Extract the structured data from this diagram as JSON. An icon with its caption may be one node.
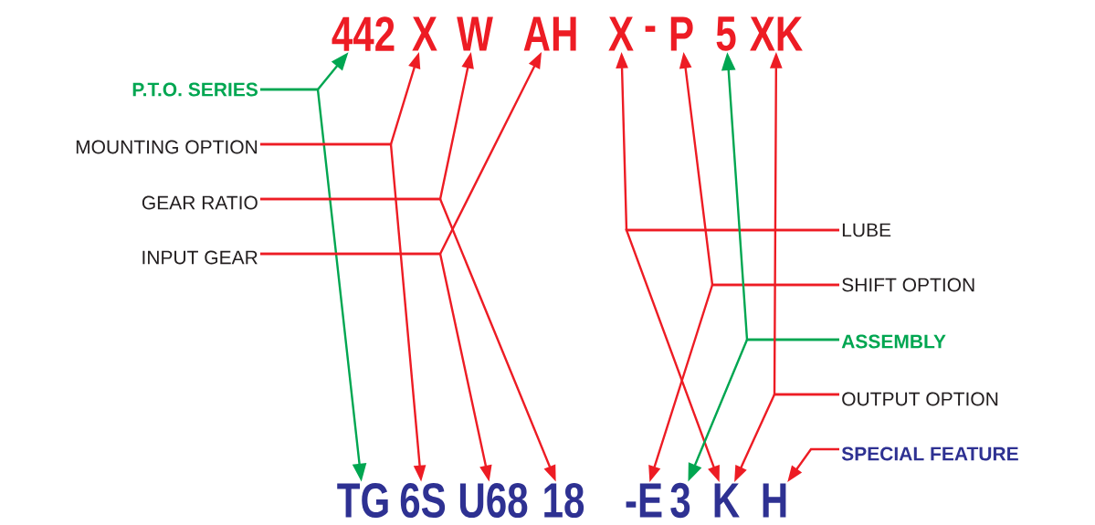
{
  "diagram": {
    "nodes": [
      {
        "text": [
          "442"
        ]
      },
      {
        "text": [
          "X"
        ]
      },
      {
        "text": [
          "W"
        ]
      },
      {
        "text": [
          "AH"
        ]
      },
      {
        "text": [
          "X"
        ]
      },
      {
        "text": [
          "P"
        ]
      },
      {
        "text": [
          "5"
        ]
      },
      {
        "text": [
          "XK"
        ]
      },
      {
        "text": [
          "P.T.O. SERIES"
        ]
      },
      {
        "text": [
          "MOUNTING OPTION"
        ]
      },
      {
        "text": [
          "GEAR RATIO"
        ]
      },
      {
        "text": [
          "INPUT GEAR"
        ]
      },
      {
        "text": [
          "LUBE"
        ]
      },
      {
        "text": [
          "SHIFT OPTION"
        ]
      },
      {
        "text": [
          "ASSEMBLY"
        ]
      },
      {
        "text": [
          "OUTPUT OPTION"
        ]
      },
      {
        "text": [
          "SPECIAL FEATURE"
        ]
      },
      {
        "text": [
          "TG"
        ]
      },
      {
        "text": [
          "6S"
        ]
      },
      {
        "text": [
          "U68"
        ]
      },
      {
        "text": [
          "18"
        ]
      },
      {
        "text": [
          "-E"
        ]
      },
      {
        "text": [
          "3"
        ]
      },
      {
        "text": [
          "K"
        ]
      },
      {
        "text": [
          "H"
        ]
      }
    ],
    "edges": [
      {
        "from": 8,
        "to": 0,
        "arrow": "to",
        "color": "#00a651"
      },
      {
        "from": 8,
        "to": 17,
        "arrow": "to",
        "color": "#00a651"
      },
      {
        "from": 9,
        "to": 1,
        "arrow": "to"
      },
      {
        "from": 9,
        "to": 18,
        "arrow": "to"
      },
      {
        "from": 10,
        "to": 2,
        "arrow": "to"
      },
      {
        "from": 10,
        "to": 20,
        "arrow": "to"
      },
      {
        "from": 11,
        "to": 3,
        "arrow": "to"
      },
      {
        "from": 11,
        "to": 19,
        "arrow": "to"
      },
      {
        "from": 12,
        "to": 4,
        "arrow": "to"
      },
      {
        "from": 12,
        "to": 23,
        "arrow": "to"
      },
      {
        "from": 13,
        "to": 5,
        "arrow": "to"
      },
      {
        "from": 13,
        "to": 21,
        "arrow": "to"
      },
      {
        "from": 14,
        "to": 6,
        "arrow": "to",
        "color": "#00a651"
      },
      {
        "from": 14,
        "to": 22,
        "arrow": "to",
        "color": "#00a651"
      },
      {
        "from": 15,
        "to": 7,
        "arrow": "to"
      },
      {
        "from": 15,
        "to": 23,
        "arrow": "to"
      },
      {
        "from": 16,
        "to": 24,
        "arrow": "to"
      }
    ],
    "labels": [
      "-"
    ]
  }
}
